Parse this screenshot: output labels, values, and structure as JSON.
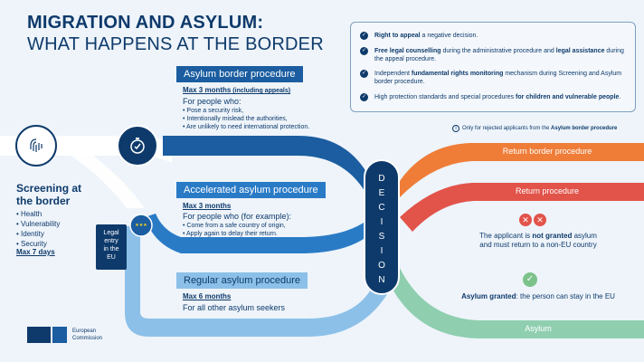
{
  "title": {
    "line1": "MIGRATION AND ASYLUM:",
    "line2": "WHAT HAPPENS AT THE BORDER"
  },
  "info_box": {
    "items": [
      {
        "bold": "Right to appeal",
        "text": " a negative decision."
      },
      {
        "parts": [
          {
            "b": true,
            "t": "Free legal counselling"
          },
          {
            "b": false,
            "t": " during the administrative procedure and "
          },
          {
            "b": true,
            "t": "legal assistance"
          },
          {
            "b": false,
            "t": " during the appeal procedure."
          }
        ]
      },
      {
        "parts": [
          {
            "b": false,
            "t": "Independent "
          },
          {
            "b": true,
            "t": "fundamental rights monitoring"
          },
          {
            "b": false,
            "t": " mechanism during Screening and Asylum border procedure."
          }
        ]
      },
      {
        "parts": [
          {
            "b": false,
            "t": "High protection standards and special procedures "
          },
          {
            "b": true,
            "t": "for children and vulnerable people"
          },
          {
            "b": false,
            "t": "."
          }
        ]
      }
    ]
  },
  "note": {
    "icon": "i",
    "text": "Only for rejected applicants from the ",
    "bold": "Asylum border procedure"
  },
  "screening": {
    "title_line1": "Screening at",
    "title_line2": "the border",
    "items": [
      "Health",
      "Vulnerability",
      "Identity",
      "Security"
    ],
    "max": "Max 7 days"
  },
  "legal_entry": {
    "line1": "Legal",
    "line2": "entry",
    "line3": "in the",
    "line4": "EU"
  },
  "procedures": {
    "border": {
      "header": "Asylum border procedure",
      "max": "Max 3 months",
      "max_note": " (including appeals)",
      "for": "For people who:",
      "items": [
        "Pose a security risk,",
        "Intentionally mislead the authorities,",
        "Are unlikely to need international protection."
      ]
    },
    "accelerated": {
      "header": "Accelerated asylum procedure",
      "max": "Max 3 months",
      "for": "For people who (for example):",
      "items": [
        "Come from a safe country of origin,",
        "Apply again to delay their return."
      ]
    },
    "regular": {
      "header": "Regular asylum procedure",
      "max": "Max 6 months",
      "for": "For all other asylum seekers"
    }
  },
  "decision": {
    "letters": [
      "D",
      "E",
      "C",
      "I",
      "S",
      "I",
      "O",
      "N"
    ]
  },
  "outcomes": {
    "return_border": "Return border procedure",
    "return": "Return procedure",
    "not_granted_pre": "The applicant is ",
    "not_granted_bold": "not granted",
    "not_granted_mid": " asylum",
    "not_granted_line2": "and must return to a non-EU country",
    "granted_bold": "Asylum granted",
    "granted_text": ": the person can stay in the EU",
    "asylum": "Asylum"
  },
  "logo": {
    "line1": "European",
    "line2": "Commission"
  },
  "colors": {
    "navy": "#0e3a6b",
    "border_blue": "#1b5da0",
    "accel_blue": "#2a7bc6",
    "regular_blue": "#8cc0e8",
    "orange": "#ef7d38",
    "red": "#e2534a",
    "green": "#8fcfb0"
  }
}
